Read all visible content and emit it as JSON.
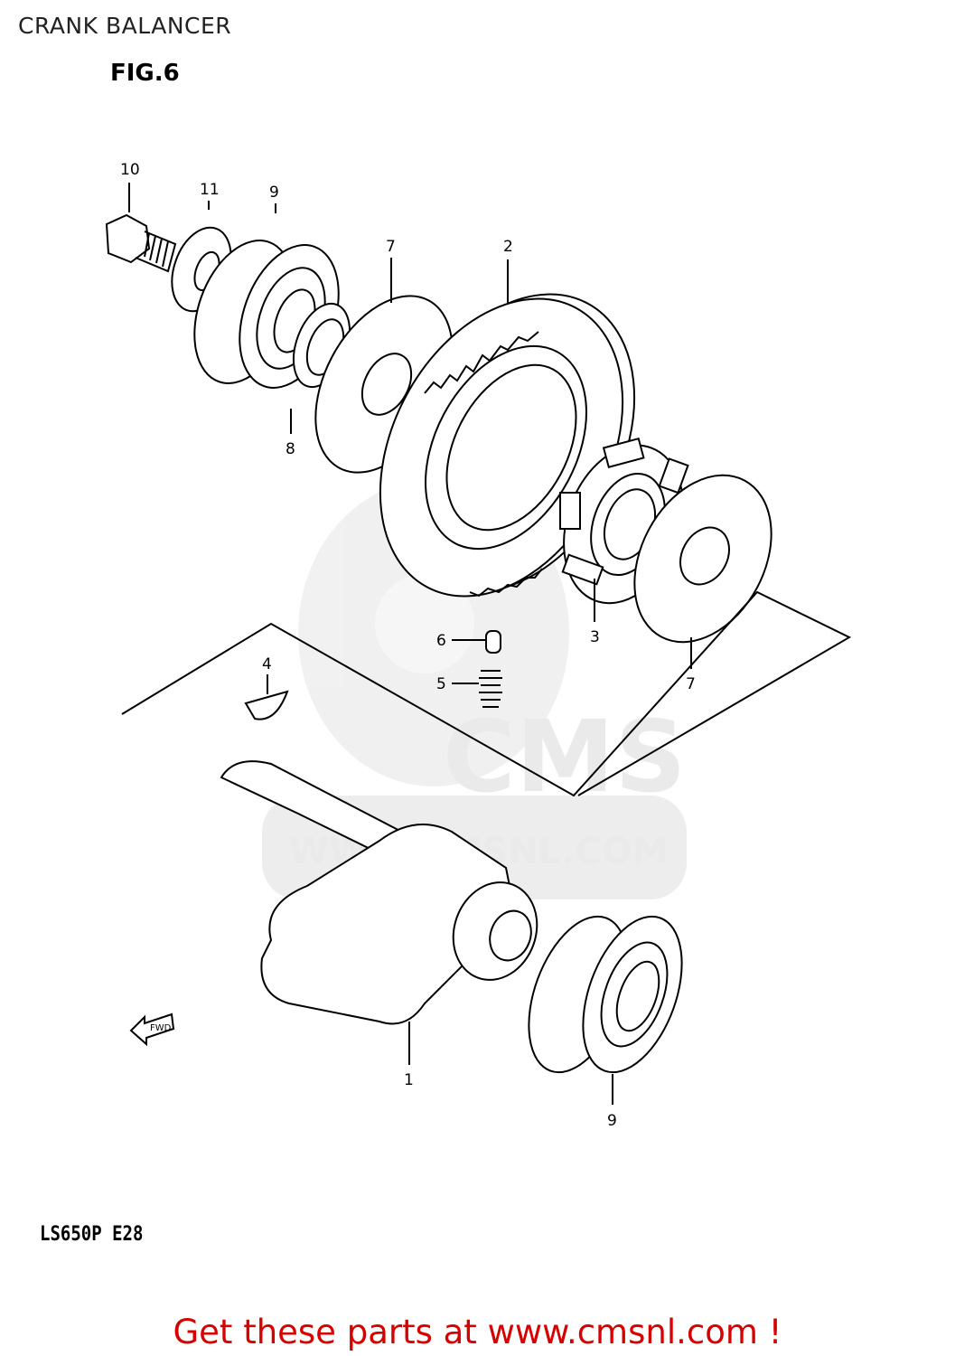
{
  "header": {
    "title": "CRANK BALANCER"
  },
  "figure": {
    "label": "FIG.6",
    "model": "LS650P  E28"
  },
  "watermark": {
    "logo_text": "CMS",
    "url": "WWW.CMSNL.COM"
  },
  "fwd_arrow": {
    "label": "FWD"
  },
  "callouts": [
    "10",
    "11",
    "9",
    "7",
    "2",
    "8",
    "3",
    "6",
    "5",
    "4",
    "7",
    "1",
    "9"
  ],
  "footer": {
    "cta": "Get these parts at www.cmsnl.com !"
  }
}
